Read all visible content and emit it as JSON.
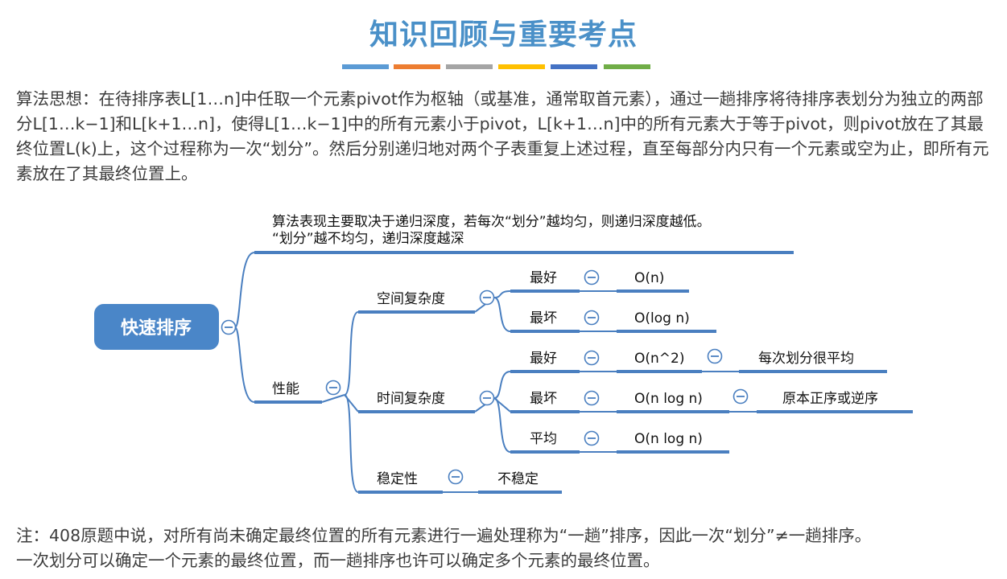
{
  "title": "知识回顾与重要考点",
  "colors": {
    "title": "#4a90c8",
    "accent_bars": [
      "#5b9bd5",
      "#ed7d31",
      "#a5a5a5",
      "#ffc000",
      "#4472c4",
      "#70ad47"
    ],
    "mindmap_line": "#4a7fc0",
    "root_fill": "#4a86c8"
  },
  "intro": "算法思想：在待排序表L[1…n]中任取一个元素pivot作为枢轴（或基准，通常取首元素），通过一趟排序将待排序表划分为独立的两部分L[1…k−1]和L[k+1…n]，使得L[1…k−1]中的所有元素小于pivot，L[k+1…n]中的所有元素大于等于pivot，则pivot放在了其最终位置L(k)上，这个过程称为一次“划分”。然后分别递归地对两个子表重复上述过程，直至每部分内只有一个元素或空为止，即所有元素放在了其最终位置上。",
  "mindmap": {
    "root": "快速排序",
    "note_line1": "算法表现主要取决于递归深度，若每次“划分”越均匀，则递归深度越低。",
    "note_line2": "“划分”越不均匀，递归深度越深",
    "performance": "性能",
    "space": {
      "label": "空间复杂度",
      "best_label": "最好",
      "best_value": "O(n)",
      "worst_label": "最坏",
      "worst_value": "O(log n)"
    },
    "time": {
      "label": "时间复杂度",
      "best_label": "最好",
      "best_value": "O(n^2)",
      "best_note": "每次划分很平均",
      "worst_label": "最坏",
      "worst_value": "O(n log n)",
      "worst_note": "原本正序或逆序",
      "avg_label": "平均",
      "avg_value": "O(n log n)"
    },
    "stability": {
      "label": "稳定性",
      "value": "不稳定"
    }
  },
  "footnote_line1": "注：408原题中说，对所有尚未确定最终位置的所有元素进行一遍处理称为“一趟”排序，因此一次“划分”≠一趟排序。",
  "footnote_line2": "一次划分可以确定一个元素的最终位置，而一趟排序也许可以确定多个元素的最终位置。"
}
